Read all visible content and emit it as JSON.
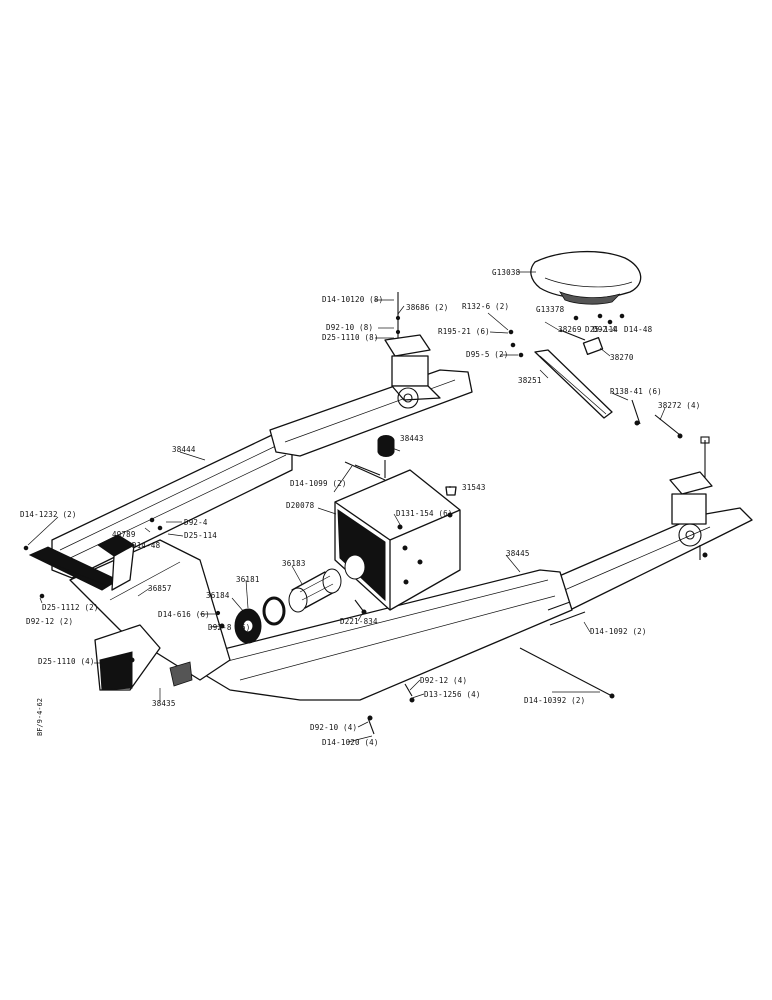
{
  "figure_number": "BF/9-4-62",
  "parts": {
    "seat": "G13038",
    "d14_10120": "D14-10120 (8)",
    "p38686": "38686 (2)",
    "d92_10_8": "D92-10 (8)",
    "d25_1110_8": "D25-1110 (8)",
    "r132_6": "R132-6 (2)",
    "r195_21": "R195-21 (6)",
    "g13378": "G13378",
    "p38269": "38269",
    "d25_114_top": "D25-114",
    "d92_4_top": "D92-4",
    "d14_48_top": "D14-48",
    "d95_5": "D95-5 (2)",
    "p38270": "38270",
    "p38251": "38251",
    "r138_41": "R138-41 (6)",
    "p38272": "38272 (4)",
    "p38444": "38444",
    "p38443": "38443",
    "d14_1099": "D14-1099 (2)",
    "p31543": "31543",
    "d20078": "D20078",
    "d131_154": "D131-154 (6)",
    "d14_1232": "D14-1232 (2)",
    "p49789": "49789",
    "d92_4_left": "D92-4",
    "d25_114_left": "D25-114",
    "d14_48_left": "D14-48",
    "p38445": "38445",
    "p36857": "36857",
    "p36181": "36181",
    "p36183": "36183",
    "d25_1112": "D25-1112 (2)",
    "d92_12_2": "D92-12 (2)",
    "d14_616": "D14-616 (6)",
    "p36184": "36184",
    "d92_8": "D92-8 (6)",
    "d221_834": "D221-834",
    "d14_1092": "D14-1092 (2)",
    "d25_1110_4": "D25-1110 (4)",
    "p38435": "38435",
    "d92_12_4": "D92-12 (4)",
    "d13_1256": "D13-1256 (4)",
    "d14_10392": "D14-10392 (2)",
    "d92_10_4": "D92-10 (4)",
    "d14_1020": "D14-1020 (4)"
  }
}
